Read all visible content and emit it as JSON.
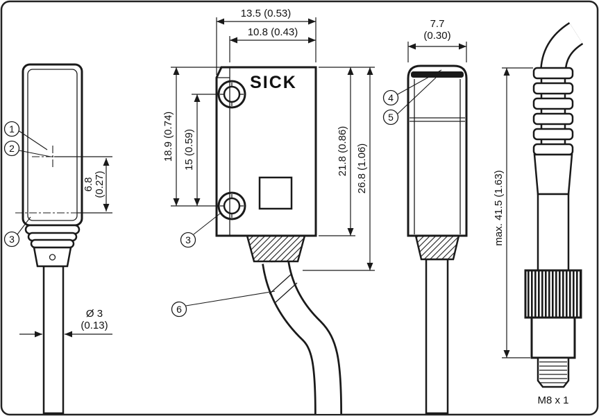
{
  "brand": "SICK",
  "callouts": {
    "c1": "1",
    "c2": "2",
    "c3": "3",
    "c4": "4",
    "c5": "5",
    "c6": "6"
  },
  "dims": {
    "width_total": "13.5 (0.53)",
    "width_front": "10.8 (0.43)",
    "depth": "7.7",
    "depth_in": "(0.30)",
    "top_to_lower_hole": "18.9 (0.74)",
    "hole_spacing": "15 (0.59)",
    "body_height": "21.8 (0.86)",
    "height_with_gland": "26.8 (1.06)",
    "optical_axis_offset": "6.8",
    "optical_axis_offset_in": "(0.27)",
    "cable_diameter": "Ø 3",
    "cable_diameter_in": "(0.13)",
    "connector_length": "max. 41.5 (1.63)",
    "connector_thread": "M8 x 1"
  },
  "line_color": "#1a1a1a"
}
